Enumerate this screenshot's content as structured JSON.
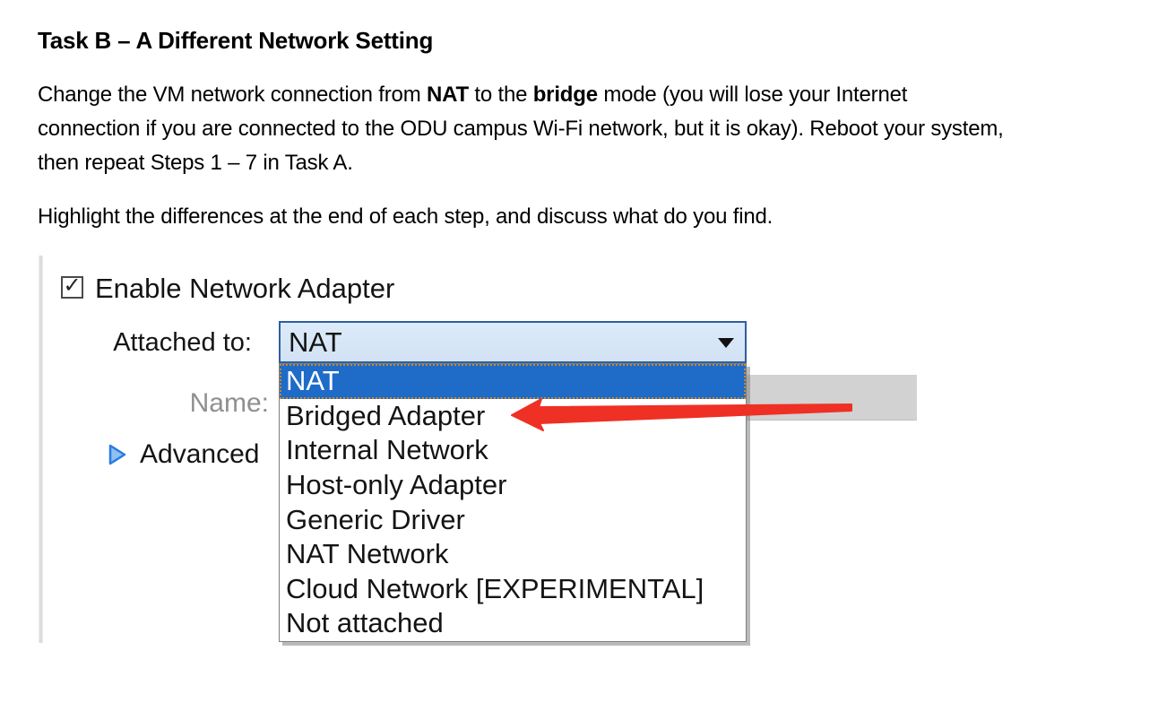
{
  "document": {
    "heading": "Task B – A Different Network Setting",
    "para1": {
      "line1_seg1": "Change the VM network connection from ",
      "line1_bold1": "NAT",
      "line1_seg2": " to the ",
      "line1_bold2": "bridge",
      "line1_seg3": " mode (you will lose your Internet",
      "line2": "connection if you are connected to the ODU campus Wi-Fi network, but it is okay). Reboot your system,",
      "line3": "then repeat Steps 1 – 7 in Task A."
    },
    "para2": "Highlight the differences at the end of each step, and discuss what do you find."
  },
  "settings_panel": {
    "enable_adapter": {
      "checked": true,
      "check_glyph": "✓",
      "label": "Enable Network Adapter"
    },
    "attached_to": {
      "label": "Attached to:",
      "value": "NAT"
    },
    "name_field": {
      "label": "Name:",
      "value": "",
      "disabled": true
    },
    "advanced": {
      "label": "Advanced",
      "expanded": false
    },
    "dropdown": {
      "selected_item": "NAT",
      "selected_index": 0,
      "items": [
        "NAT",
        "Bridged Adapter",
        "Internal Network",
        "Host-only Adapter",
        "Generic Driver",
        "NAT Network",
        "Cloud Network [EXPERIMENTAL]",
        "Not attached"
      ]
    },
    "annotation": {
      "arrow_points_to": "Bridged Adapter",
      "arrow_color": "#ee3124"
    },
    "colors": {
      "selection_blue": "#1e6bc8",
      "combo_fill": "#d7e6f6",
      "combo_border": "#2f5f9e",
      "focus_dotted_orange": "#c8872e",
      "name_field_gray": "#d2d2d2"
    }
  }
}
